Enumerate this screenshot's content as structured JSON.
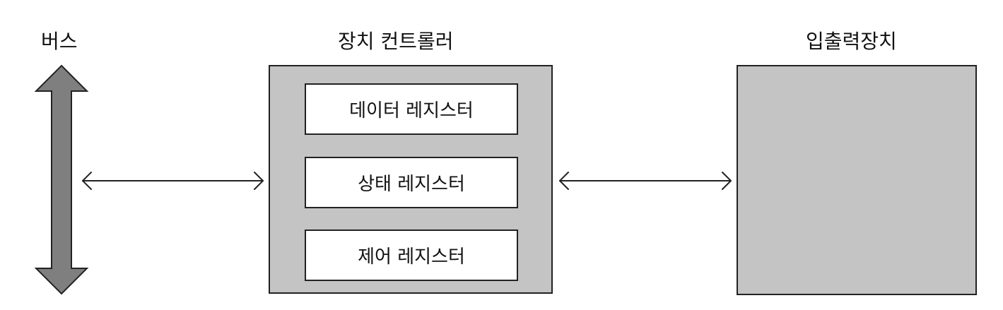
{
  "bus": {
    "label": "버스"
  },
  "controller": {
    "title": "장치 컨트롤러",
    "registers": [
      {
        "label": "데이터 레지스터"
      },
      {
        "label": "상태 레지스터"
      },
      {
        "label": "제어 레지스터"
      }
    ]
  },
  "io_device": {
    "title": "입출력장치"
  },
  "colors": {
    "box_fill": "#c4c4c4",
    "bus_arrow_fill": "#7f7f7f",
    "stroke": "#222222"
  }
}
